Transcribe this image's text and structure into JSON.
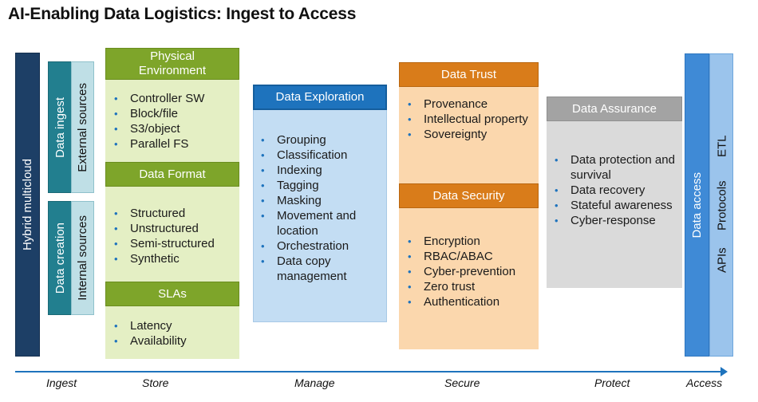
{
  "title": "AI-Enabling Data Logistics: Ingest to Access",
  "left": {
    "hybrid": "Hybrid multicloud",
    "data_ingest": "Data ingest",
    "external_sources": "External sources",
    "data_creation": "Data creation",
    "internal_sources": "Internal sources"
  },
  "store": {
    "physical": {
      "title": "Physical\nEnvironment",
      "items": [
        "Controller SW",
        "Block/file",
        "S3/object",
        "Parallel FS"
      ]
    },
    "format": {
      "title": "Data Format",
      "items": [
        "Structured",
        "Unstructured",
        "Semi-structured",
        "Synthetic"
      ]
    },
    "slas": {
      "title": "SLAs",
      "items": [
        "Latency",
        "Availability"
      ]
    }
  },
  "manage": {
    "exploration": {
      "title": "Data Exploration",
      "items": [
        "Grouping",
        "Classification",
        "Indexing",
        "Tagging",
        "Masking",
        "Movement and location",
        "Orchestration",
        "Data copy management"
      ]
    }
  },
  "secure": {
    "trust": {
      "title": "Data Trust",
      "items": [
        "Provenance",
        "Intellectual property",
        "Sovereignty"
      ]
    },
    "security": {
      "title": "Data Security",
      "items": [
        "Encryption",
        "RBAC/ABAC",
        "Cyber-prevention",
        "Zero trust",
        "Authentication"
      ]
    }
  },
  "protect": {
    "assurance": {
      "title": "Data Assurance",
      "items": [
        "Data protection and survival",
        "Data recovery",
        "Stateful awareness",
        "Cyber-response"
      ]
    }
  },
  "access": {
    "data_access": "Data access",
    "etl": "ETL",
    "protocols": "Protocols",
    "apis": "APIs"
  },
  "stages": [
    "Ingest",
    "Store",
    "Manage",
    "Secure",
    "Protect",
    "Access"
  ],
  "colors": {
    "navy": "#1d3f66",
    "teal": "#227f8f",
    "green": "#7ea52a",
    "blue": "#1e73bd",
    "orange": "#d97c1a",
    "gray": "#a3a3a3",
    "access": "#3f8ad6"
  }
}
